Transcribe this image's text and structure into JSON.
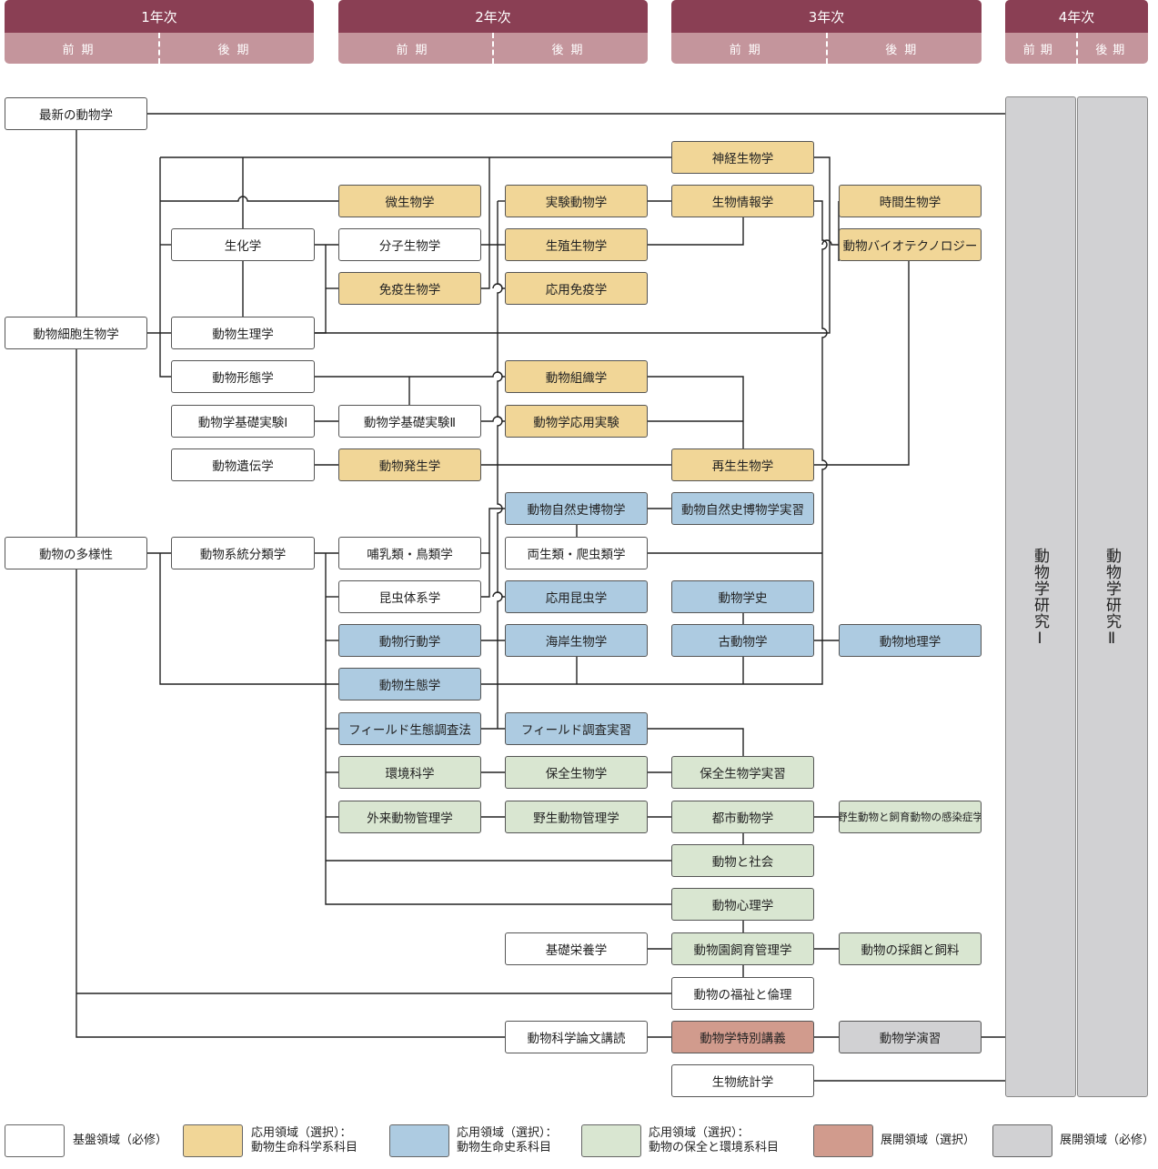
{
  "header": {
    "years": [
      "1年次",
      "2年次",
      "3年次",
      "4年次"
    ],
    "first_half": "前期",
    "second_half": "後期"
  },
  "courses": {
    "c01": "最新の動物学",
    "c02": "神経生物学",
    "c03": "微生物学",
    "c04": "実験動物学",
    "c05": "生物情報学",
    "c06": "時間生物学",
    "c07": "生化学",
    "c08": "分子生物学",
    "c09": "生殖生物学",
    "c10": "動物バイオテクノロジー",
    "c11": "免疫生物学",
    "c12": "応用免疫学",
    "c13": "動物細胞生物学",
    "c14": "動物生理学",
    "c15": "動物形態学",
    "c16": "動物組織学",
    "c17": "動物学基礎実験Ⅰ",
    "c18": "動物学基礎実験Ⅱ",
    "c19": "動物学応用実験",
    "c20": "動物遺伝学",
    "c21": "動物発生学",
    "c22": "再生生物学",
    "c23": "動物自然史博物学",
    "c24": "動物自然史博物学実習",
    "c25": "動物の多様性",
    "c26": "動物系統分類学",
    "c27": "哺乳類・鳥類学",
    "c28": "両生類・爬虫類学",
    "c29": "昆虫体系学",
    "c30": "応用昆虫学",
    "c31": "動物学史",
    "c32": "動物行動学",
    "c33": "海岸生物学",
    "c34": "古動物学",
    "c35": "動物地理学",
    "c36": "動物生態学",
    "c37": "フィールド生態調査法",
    "c38": "フィールド調査実習",
    "c39": "環境科学",
    "c40": "保全生物学",
    "c41": "保全生物学実習",
    "c42": "外来動物管理学",
    "c43": "野生動物管理学",
    "c44": "都市動物学",
    "c45": "野生動物と飼育動物の感染症学",
    "c46": "動物と社会",
    "c47": "動物心理学",
    "c48": "基礎栄養学",
    "c49": "動物園飼育管理学",
    "c50": "動物の採餌と飼料",
    "c51": "動物の福祉と倫理",
    "c52": "動物科学論文講読",
    "c53": "動物学特別講義",
    "c54": "動物学演習",
    "c55": "生物統計学"
  },
  "research": [
    "動物学研究Ⅰ",
    "動物学研究Ⅱ"
  ],
  "legend": [
    {
      "line1": "基盤領域（必修）",
      "line2": "",
      "color": "#ffffff"
    },
    {
      "line1": "応用領域（選択）：",
      "line2": "動物生命科学系科目",
      "color": "#f1d697"
    },
    {
      "line1": "応用領域（選択）：",
      "line2": "動物生命史系科目",
      "color": "#adcbe1"
    },
    {
      "line1": "応用領域（選択）：",
      "line2": "動物の保全と環境系科目",
      "color": "#d9e6d1"
    },
    {
      "line1": "展開領域（選択）",
      "line2": "",
      "color": "#d19b8d"
    },
    {
      "line1": "展開領域（必修）",
      "line2": "",
      "color": "#d1d1d3"
    }
  ],
  "colors": {
    "header_dark": "#8a3f54",
    "header_light": "#c4959c",
    "line": "#222222"
  }
}
